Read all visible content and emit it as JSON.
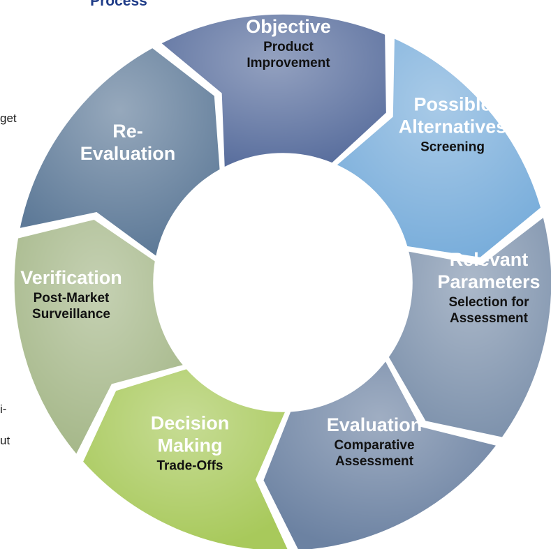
{
  "header": {
    "title_fragment": "Process"
  },
  "side_fragments": {
    "top_left": "get",
    "bottom_left_1": "i-",
    "bottom_left_2": "ut"
  },
  "cycle": {
    "segments": [
      {
        "id": "objective",
        "title": [
          "Objective"
        ],
        "subtitle": [
          "Product",
          "Improvement"
        ],
        "color": "#5a6f9e"
      },
      {
        "id": "possible-alternatives",
        "title": [
          "Possible",
          "Alternatives"
        ],
        "subtitle": [
          "Screening"
        ],
        "color": "#7aaedb"
      },
      {
        "id": "relevant-parameters",
        "title": [
          "Relevant",
          "Parameters"
        ],
        "subtitle": [
          "Selection for",
          "Assessment"
        ],
        "color": "#7f93ad"
      },
      {
        "id": "evaluation",
        "title": [
          "Evaluation"
        ],
        "subtitle": [
          "Comparative",
          "Assessment"
        ],
        "color": "#6c82a2"
      },
      {
        "id": "decision-making",
        "title": [
          "Decision",
          "Making"
        ],
        "subtitle": [
          "Trade-Offs"
        ],
        "color": "#a8c95b"
      },
      {
        "id": "verification",
        "title": [
          "Verification"
        ],
        "subtitle": [
          "Post-Market",
          "Surveillance"
        ],
        "color": "#a6b88a"
      },
      {
        "id": "re-evaluation",
        "title": [
          "Re-",
          "Evaluation"
        ],
        "subtitle": [],
        "color": "#5e7a98"
      }
    ]
  }
}
